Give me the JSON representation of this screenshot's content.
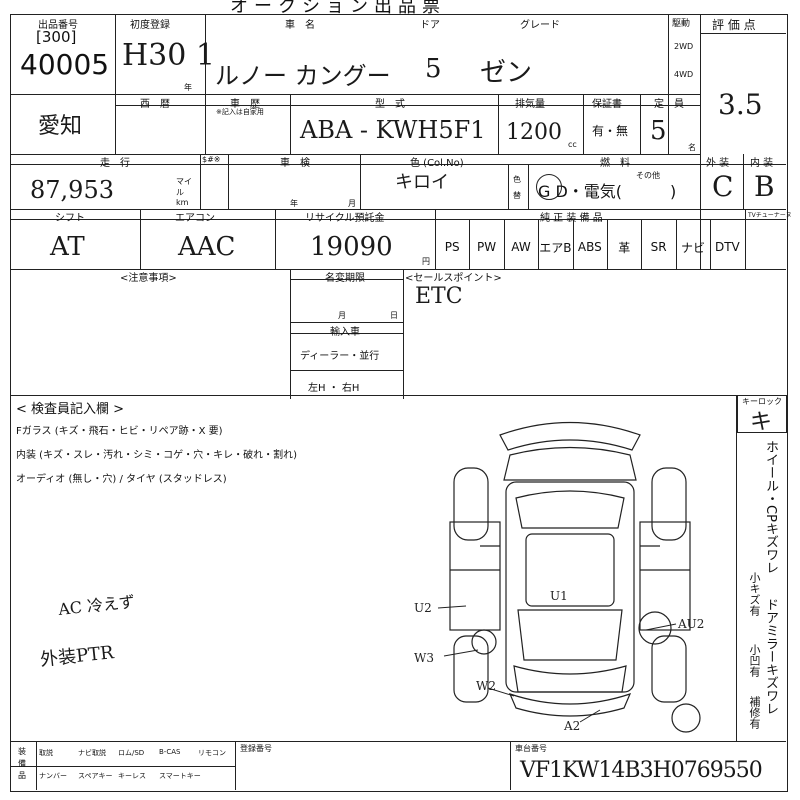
{
  "header": {
    "title": "オークション出品票",
    "auction_no_label": "出品番号",
    "lane_code": "[300]",
    "lot_number": "40005"
  },
  "labels": {
    "first_registration": "初度登録",
    "year_mark": "年",
    "car_name": "車　名",
    "door": "ドア",
    "grade": "グレード",
    "drive": "駆動",
    "twowd": "2WD",
    "fourwd": "4WD",
    "score": "評 価 点",
    "seireki": "西　暦",
    "shareki": "車　歴",
    "shareki_note": "※記入は自家用",
    "model_code": "型　式",
    "displacement": "排気量",
    "warranty": "保証書",
    "capacity": "定　員",
    "mileage": "走　行",
    "meter_change": "$#※",
    "inspection": "車　検",
    "color": "色 (Col.No)",
    "color_change": "色 替",
    "fuel": "燃　料",
    "fuel_other": "その他",
    "exterior": "外 装",
    "interior": "内 装",
    "shift": "シフト",
    "aircon": "エアコン",
    "recycle": "リサイクル預託金",
    "equipment": "純 正 装 備 品",
    "tv_note": "TVチューナーヌ",
    "caution": "<注意事項>",
    "name_change": "名変期限",
    "month": "月",
    "day": "日",
    "import": "輸入車",
    "dealer": "ディーラー・並行",
    "handle": "左H ・ 右H",
    "sales_point": "<セールスポイント>",
    "inspector": "< 検査員記入欄 >",
    "keylock": "キーロック",
    "plate": "登録番号",
    "chassis": "車台番号",
    "cc": "cc",
    "yen": "円",
    "mile_km": "マイル km",
    "pers": "名",
    "nen": "年",
    "getsu": "月"
  },
  "values": {
    "first_reg": "H30 1",
    "car_name": "ルノー カングー",
    "door": "5",
    "grade": "ゼン",
    "score": "3.5",
    "pref": "愛知",
    "model_code": "ABA - KWH5F1",
    "displacement": "1200",
    "warranty": "有・無",
    "capacity": "5",
    "mileage": "87,953",
    "color": "キロイ",
    "fuel": "G D・電気(　　　)",
    "exterior": "C",
    "interior": "B",
    "shift": "AT",
    "aircon": "AAC",
    "recycle": "19090",
    "sales_point": "ETC",
    "keylock": "キ",
    "chassis_no": "VF1KW14B3H0769550"
  },
  "equipment": [
    "PS",
    "PW",
    "AW",
    "エアB",
    "ABS",
    "革",
    "SR",
    "ナビ",
    "DTV"
  ],
  "inspector_lines": [
    "Fガラス (キズ・飛石・ヒビ・リペア跡・X 要)",
    "内装 (キズ・スレ・汚れ・シミ・コゲ・穴・キレ・破れ・割れ)",
    "オーディオ (無し・穴) / タイヤ (スタッドレス)"
  ],
  "inspector_notes": [
    "AC 冷えず",
    "外装PTR"
  ],
  "diagram_marks": [
    "U1",
    "U2",
    "W3",
    "W2",
    "AU2",
    "A2"
  ],
  "side_text": {
    "col1": "ホイール・CPキズワレ",
    "col2": "ドアミラーキズワレ",
    "col3": "小キズ有",
    "col4": "小凹有",
    "col5": "補修有"
  },
  "bottom_labels": {
    "equip_head": "装備品",
    "items": [
      "取説",
      "ナビ取説",
      "ロム/SD",
      "B-CAS",
      "リモコン",
      "ナンバー",
      "スペアキー",
      "キーレス",
      "スマートキー"
    ]
  }
}
